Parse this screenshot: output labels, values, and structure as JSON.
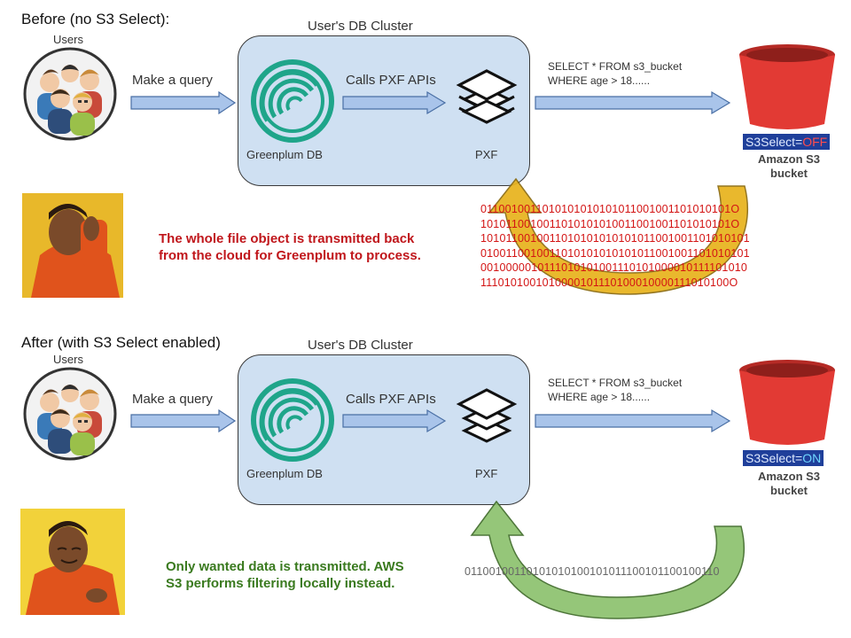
{
  "colors": {
    "cluster_fill": "#cfe0f2",
    "arrow_fill": "#a9c4ea",
    "arrow_stroke": "#4a6fa5",
    "bucket_red": "#e23a34",
    "before_caption": "#c0161b",
    "after_caption": "#3a7a1f",
    "return_arrow_before": "#e8b21c",
    "return_arrow_after": "#8dc26e",
    "greenplum_teal": "#1fa58a"
  },
  "before": {
    "title": "Before (no S3 Select):",
    "users_label": "Users",
    "cluster_label": "User's DB Cluster",
    "query_label": "Make a query",
    "pxf_call_label": "Calls PXF APIs",
    "greenplum_label": "Greenplum DB",
    "pxf_label": "PXF",
    "sql_line1": "SELECT * FROM s3_bucket",
    "sql_line2": "WHERE age > 18......",
    "status_key": "S3Select=",
    "status_value": "OFF",
    "bucket_line1": "Amazon S3",
    "bucket_line2": "bucket",
    "binary_lines": [
      "0110010011010101010101011001001101010101O",
      "1010110010011010101010011001001101010101O",
      "1010110010011010101010101011001001101010101",
      "0100110010011010101010101011001001101010101",
      "0010000010111010101001110101000010111101010",
      "1110101001010000101110100010000111010100O"
    ],
    "caption_line1": "The whole file object is transmitted back",
    "caption_line2": "from the cloud for Greenplum to process."
  },
  "after": {
    "title": "After (with S3 Select enabled)",
    "users_label": "Users",
    "cluster_label": "User's DB Cluster",
    "query_label": "Make a query",
    "pxf_call_label": "Calls PXF APIs",
    "greenplum_label": "Greenplum DB",
    "pxf_label": "PXF",
    "sql_line1": "SELECT * FROM s3_bucket",
    "sql_line2": "WHERE age > 18......",
    "status_key": "S3Select=",
    "status_value": "ON",
    "bucket_line1": "Amazon S3",
    "bucket_line2": "bucket",
    "binary_line": "01100100110101010100101011100101100100110",
    "caption_line1": "Only wanted data is transmitted. AWS",
    "caption_line2": "S3 performs filtering locally instead."
  }
}
